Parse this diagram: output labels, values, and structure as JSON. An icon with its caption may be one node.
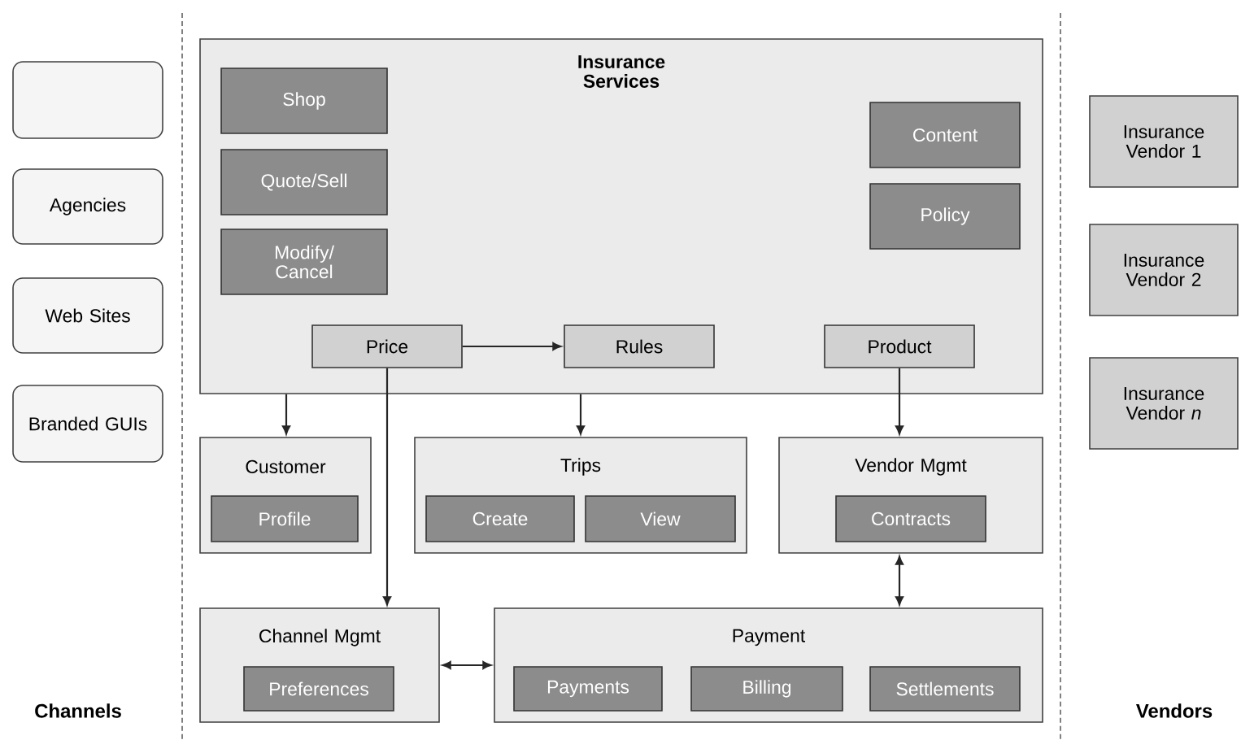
{
  "diagram": {
    "nodes": [
      {
        "text": [],
        "shape": "box"
      },
      {
        "text": [
          "Agencies"
        ]
      },
      {
        "text": [
          "Web Sites"
        ]
      },
      {
        "text": [
          "Branded GUIs"
        ]
      },
      {
        "text": [
          "Insurance Services"
        ]
      },
      {
        "text": [
          "Shop"
        ],
        "in": 4
      },
      {
        "text": [
          "Quote/Sell"
        ],
        "in": 4
      },
      {
        "text": [
          "Modify/ Cancel"
        ],
        "in": 4
      },
      {
        "text": [
          "Content"
        ],
        "in": 4
      },
      {
        "text": [
          "Policy"
        ],
        "in": 4
      },
      {
        "text": [
          "Price"
        ],
        "in": 4
      },
      {
        "text": [
          "Rules"
        ],
        "in": 4
      },
      {
        "text": [
          "Product"
        ],
        "in": 4
      },
      {
        "text": [
          "Customer"
        ]
      },
      {
        "text": [
          "Profile"
        ],
        "in": 13
      },
      {
        "text": [
          "Trips"
        ]
      },
      {
        "text": [
          "Create"
        ],
        "in": 15
      },
      {
        "text": [
          "View"
        ],
        "in": 15
      },
      {
        "text": [
          "Vendor Mgmt"
        ]
      },
      {
        "text": [
          "Contracts"
        ],
        "in": 18
      },
      {
        "text": [
          "Channel Mgmt"
        ]
      },
      {
        "text": [
          "Preferences"
        ],
        "in": 20
      },
      {
        "text": [
          "Payment"
        ]
      },
      {
        "text": [
          "Payments"
        ],
        "in": 22
      },
      {
        "text": [
          "Billing"
        ],
        "in": 22
      },
      {
        "text": [
          "Settlements"
        ],
        "in": 22
      },
      {
        "text": [
          "Insurance Vendor 1"
        ]
      },
      {
        "text": [
          "Insurance Vendor 2"
        ]
      },
      {
        "text": [
          "Insurance Vendor *n*"
        ]
      }
    ],
    "edges": [
      {
        "from": 10,
        "to": 11,
        "arrow": "to"
      },
      {
        "from": 4,
        "to": 13,
        "arrow": "to"
      },
      {
        "from": 4,
        "to": 15,
        "arrow": "to"
      },
      {
        "from": 12,
        "to": 18,
        "arrow": "to"
      },
      {
        "from": 10,
        "to": 20,
        "arrow": "to"
      },
      {
        "from": 20,
        "to": 22,
        "arrow": "both"
      },
      {
        "from": 18,
        "to": 22,
        "arrow": "both"
      }
    ],
    "labels": [
      "Channels",
      "Vendors"
    ]
  }
}
